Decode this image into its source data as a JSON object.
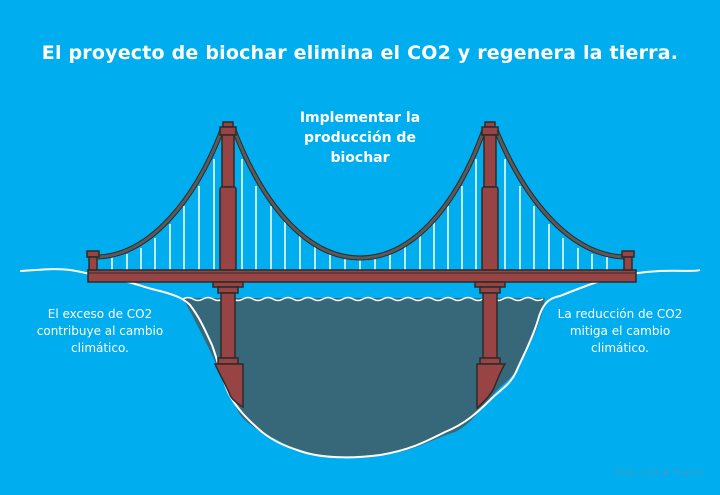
{
  "title": "El proyecto de biochar elimina el CO2 y regenera la tierra.",
  "center_label": {
    "line1": "Implementar la",
    "line2": "producción de",
    "line3": "biochar"
  },
  "left_label": {
    "line1": "El exceso de CO2",
    "line2": "contribuye al cambio",
    "line3": "climático."
  },
  "right_label": {
    "line1": "La reducción de CO2",
    "line2": "mitiga el cambio",
    "line3": "climático."
  },
  "watermark": {
    "prefix": "Made with",
    "logo_icon": "napkin-logo-icon",
    "brand": "Napkin"
  },
  "colors": {
    "background": "#00aeef",
    "water": "#37687a",
    "bridge": "#994444",
    "cable": "#555555",
    "outline": "#2b2b2b",
    "hanger": "#ffffff"
  }
}
